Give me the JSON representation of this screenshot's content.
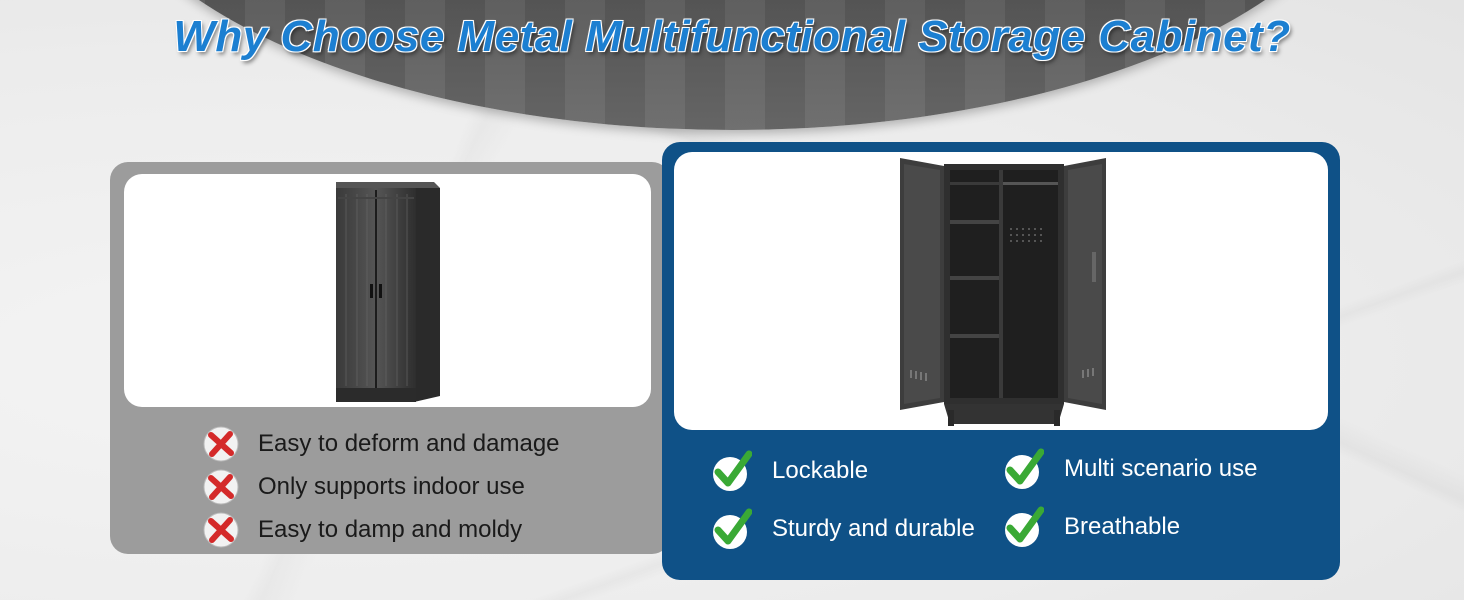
{
  "title": "Why Choose Metal Multifunctional Storage Cabinet?",
  "colors": {
    "title": "#1c7fd1",
    "left_panel": "#9c9c9c",
    "right_panel": "#0f5187",
    "check_green": "#3aa935",
    "cross_red": "#d42a2a"
  },
  "cons": [
    {
      "text": "Easy to deform and damage",
      "icon": "red-x-icon"
    },
    {
      "text": "Only supports indoor use",
      "icon": "red-x-icon"
    },
    {
      "text": "Easy to damp and moldy",
      "icon": "red-x-icon"
    }
  ],
  "pros": [
    {
      "text": "Lockable",
      "icon": "green-check-icon"
    },
    {
      "text": "Multi scenario use",
      "icon": "green-check-icon"
    },
    {
      "text": "Sturdy and durable",
      "icon": "green-check-icon"
    },
    {
      "text": "Breathable",
      "icon": "green-check-icon"
    }
  ]
}
